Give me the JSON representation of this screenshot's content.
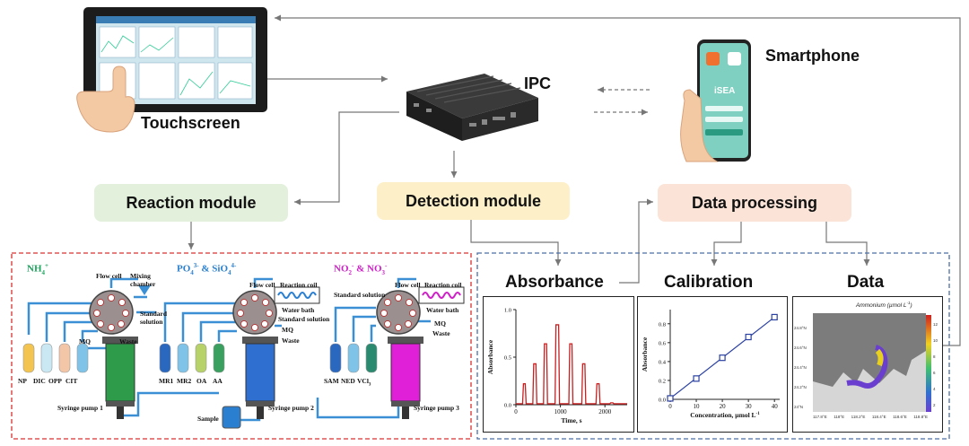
{
  "top": {
    "touchscreen_label": "Touchscreen",
    "ipc_label": "IPC",
    "smartphone_label": "Smartphone",
    "phone_app_name": "iSEA"
  },
  "modules": {
    "reaction": "Reaction module",
    "detection": "Detection module",
    "data_processing": "Data processing"
  },
  "module_colors": {
    "reaction": "#e3f0dc",
    "detection": "#fdf0c8",
    "data_processing": "#fbe3d7"
  },
  "section_titles": {
    "absorbance": "Absorbance",
    "calibration": "Calibration",
    "data": "Data"
  },
  "reaction": {
    "groups": {
      "nh4": "NH",
      "nh4_sup": "4",
      "nh4_charge": "+",
      "po4": "PO",
      "po4_sub": "4",
      "po4_sup": "3-",
      "and1": " & SiO",
      "sio4_sub": "4",
      "sio4_sup": "4-",
      "no2": "NO",
      "no2_sub": "2",
      "no2_sup": "-",
      "and2": " & NO",
      "no3_sub": "3",
      "no3_sup": "-"
    },
    "group_colors": {
      "nh4": "#1aa35b",
      "po4": "#2a7fd0",
      "no": "#d020c8"
    },
    "labels": {
      "flow_cell_1": "Flow cell",
      "mixing_chamber": "Mixing chamber",
      "standard_solution_1": "Standard solution",
      "waste_1": "Waste",
      "mq_1": "MQ",
      "np": "NP",
      "dic": "DIC",
      "opp": "OPP",
      "cit": "CIT",
      "syringe_pump_1": "Syringe pump 1",
      "flow_cell_2": "Flow cell",
      "reaction_coil_2": "Reaction coil",
      "water_bath_2": "Water bath",
      "standard_solution_2": "Standard solution",
      "mq_2": "MQ",
      "waste_2": "Waste",
      "mr1": "MR1",
      "mr2": "MR2",
      "oa": "OA",
      "aa": "AA",
      "sample": "Sample",
      "syringe_pump_2": "Syringe pump 2",
      "standard_solution_3": "Standard solution",
      "flow_cell_3": "Flow cell",
      "reaction_coil_3": "Reaction coil",
      "water_bath_3": "Water bath",
      "mq_3": "MQ",
      "waste_3": "Waste",
      "sam": "SAM",
      "ned": "NED",
      "vcl": "VCl",
      "vcl_sub": "3",
      "syringe_pump_3": "Syringe pump 3"
    },
    "syringe_colors": [
      "#2e9b4a",
      "#2f6fd0",
      "#e020d8"
    ]
  },
  "map": {
    "title": "Ammonium (µmol L",
    "title_sup": "-1",
    "title_end": ")",
    "colorbar_ticks": [
      "12",
      "10",
      "8",
      "6",
      "4",
      "2"
    ],
    "lat_labels": [
      "24.8°N",
      "24.6°N",
      "24.4°N",
      "24.2°N",
      "24°N"
    ],
    "lon_labels": [
      "117.8°E",
      "118°E",
      "118.2°E",
      "118.4°E",
      "118.6°E",
      "118.8°E"
    ]
  },
  "chart_data": [
    {
      "type": "line",
      "title": "",
      "xlabel": "Time, s",
      "ylabel": "Absorbance",
      "xlim": [
        0,
        2500
      ],
      "ylim": [
        0,
        1.0
      ],
      "x_ticks": [
        "0",
        "1000",
        "2000"
      ],
      "y_ticks": [
        "0.0",
        "0.5",
        "1.0"
      ],
      "series": [
        {
          "x": [
            0,
            150,
            170,
            210,
            230,
            300,
            380,
            400,
            450,
            470,
            550,
            620,
            640,
            690,
            710,
            790,
            880,
            900,
            960,
            980,
            1100,
            1190,
            1210,
            1260,
            1280,
            1390,
            1480,
            1500,
            1550,
            1570,
            1700,
            1800,
            1820,
            1870,
            1890,
            2000,
            2110,
            2130,
            2180,
            2200,
            2500
          ],
          "y": [
            0.01,
            0.01,
            0.22,
            0.22,
            0.01,
            0.01,
            0.01,
            0.43,
            0.43,
            0.01,
            0.01,
            0.01,
            0.64,
            0.64,
            0.01,
            0.01,
            0.01,
            0.84,
            0.84,
            0.01,
            0.01,
            0.01,
            0.64,
            0.64,
            0.01,
            0.01,
            0.01,
            0.43,
            0.43,
            0.01,
            0.01,
            0.01,
            0.22,
            0.22,
            0.01,
            0.01,
            0.01,
            0.02,
            0.02,
            0.01,
            0.01
          ]
        }
      ]
    },
    {
      "type": "scatter",
      "title": "",
      "xlabel": "Concentration, µmol L",
      "xlabel_sup": "-1",
      "ylabel": "Absorbance",
      "xlim": [
        0,
        42
      ],
      "ylim": [
        0,
        0.95
      ],
      "x_ticks": [
        "0",
        "10",
        "20",
        "30",
        "40"
      ],
      "y_ticks": [
        "0.0",
        "0.2",
        "0.4",
        "0.6",
        "0.8"
      ],
      "series": [
        {
          "x": [
            0,
            10,
            20,
            30,
            40
          ],
          "y": [
            0.01,
            0.22,
            0.44,
            0.66,
            0.87
          ]
        }
      ]
    }
  ]
}
